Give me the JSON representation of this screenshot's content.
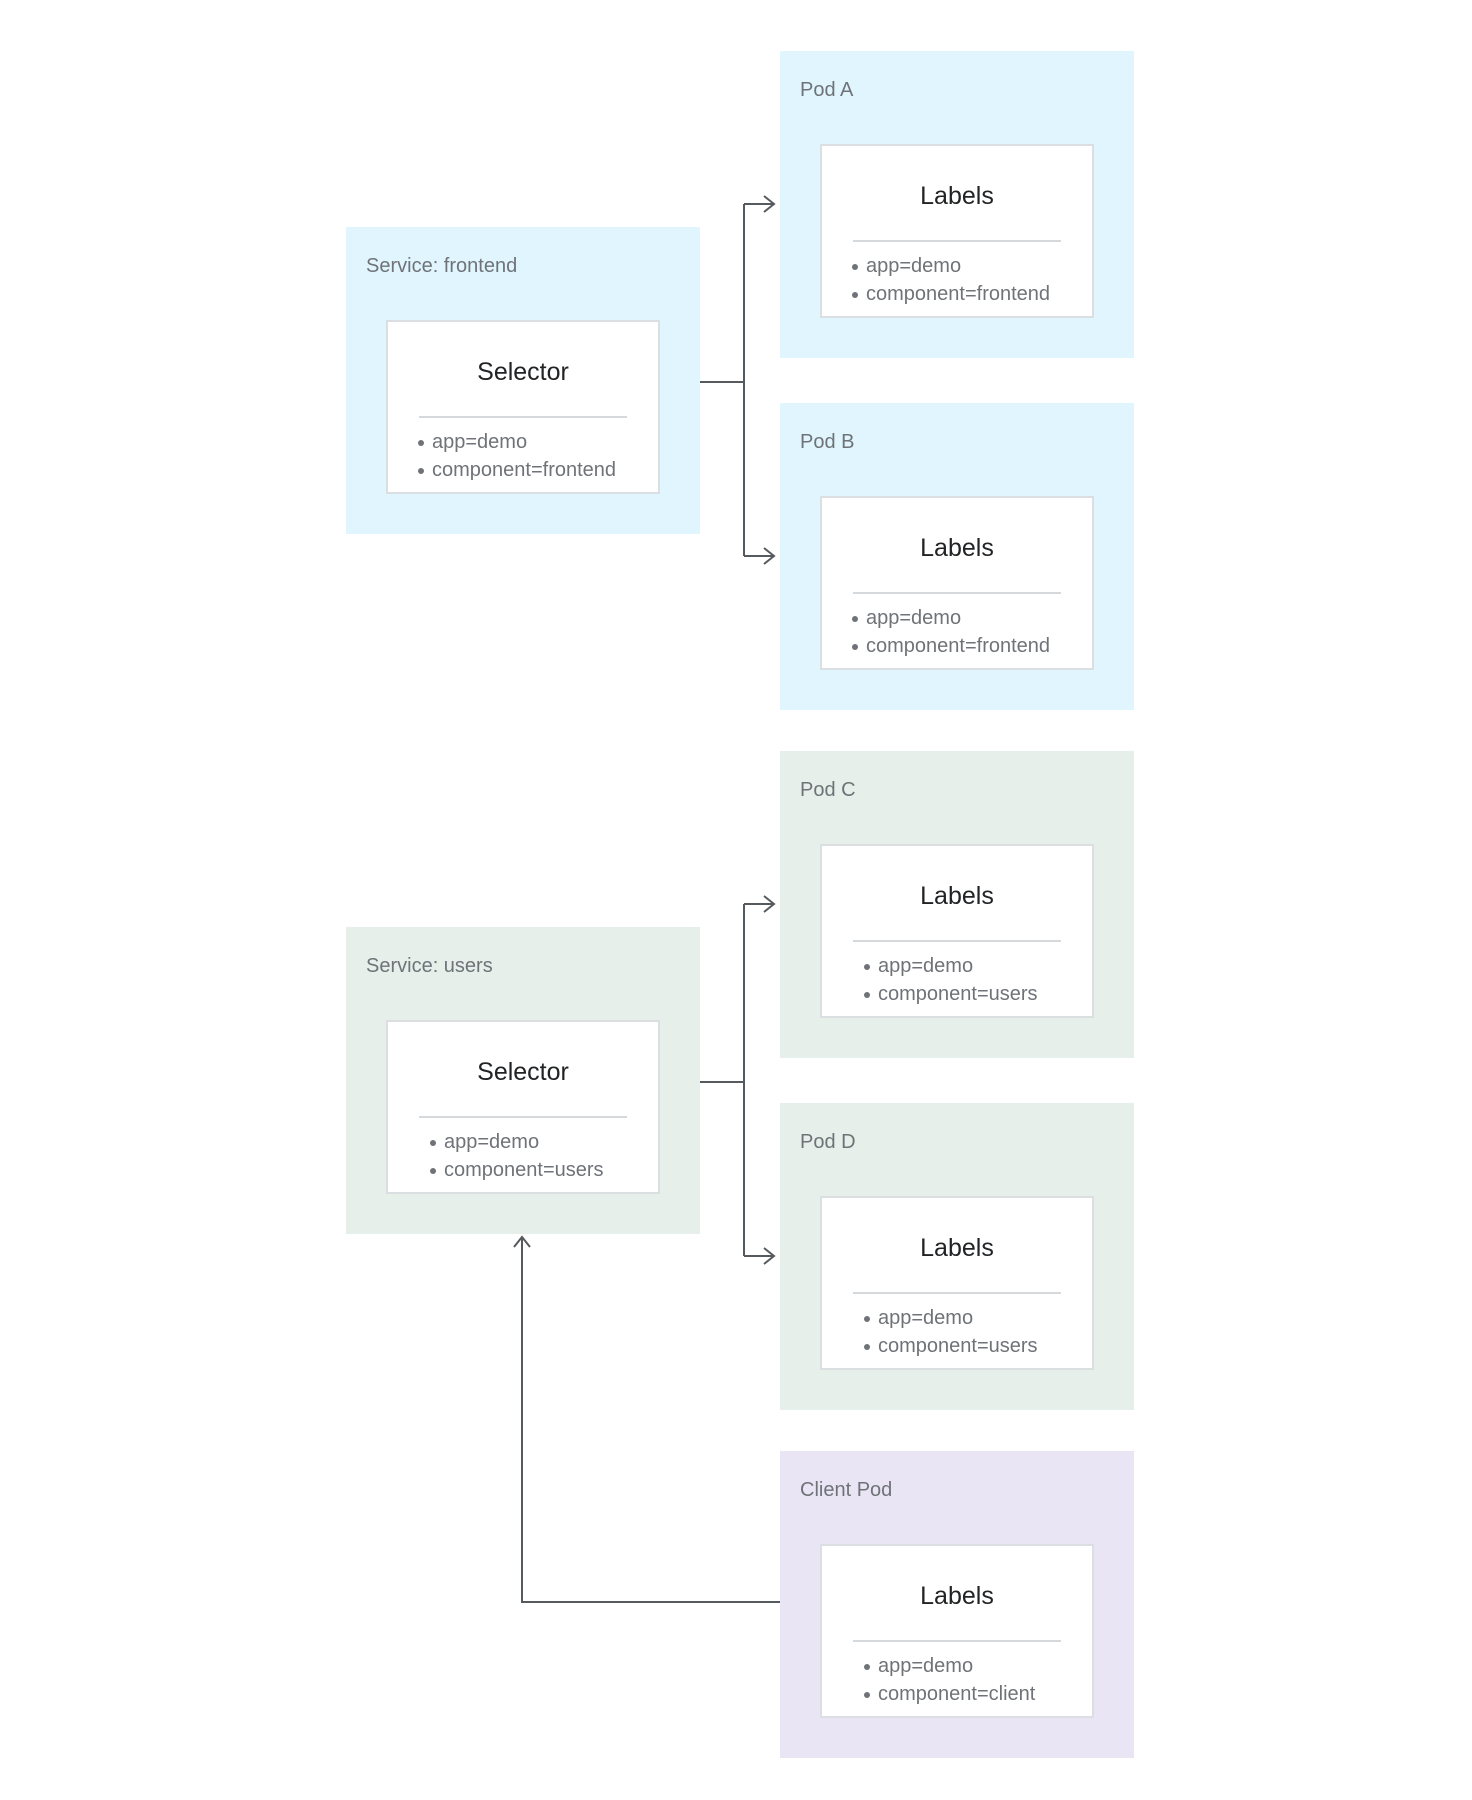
{
  "services": [
    {
      "label": "Service: frontend",
      "card_title": "Selector",
      "items": [
        "app=demo",
        "component=frontend"
      ]
    },
    {
      "label": "Service: users",
      "card_title": "Selector",
      "items": [
        "app=demo",
        "component=users"
      ]
    }
  ],
  "pods": [
    {
      "label": "Pod A",
      "card_title": "Labels",
      "items": [
        "app=demo",
        "component=frontend"
      ]
    },
    {
      "label": "Pod B",
      "card_title": "Labels",
      "items": [
        "app=demo",
        "component=frontend"
      ]
    },
    {
      "label": "Pod C",
      "card_title": "Labels",
      "items": [
        "app=demo",
        "component=users"
      ]
    },
    {
      "label": "Pod D",
      "card_title": "Labels",
      "items": [
        "app=demo",
        "component=users"
      ]
    },
    {
      "label": "Client Pod",
      "card_title": "Labels",
      "items": [
        "app=demo",
        "component=client"
      ]
    }
  ],
  "colors": {
    "frontend_group": "#e0f5fd",
    "users_group": "#e6efea",
    "client_group": "#e9e5f4",
    "connector": "#555a5e"
  }
}
